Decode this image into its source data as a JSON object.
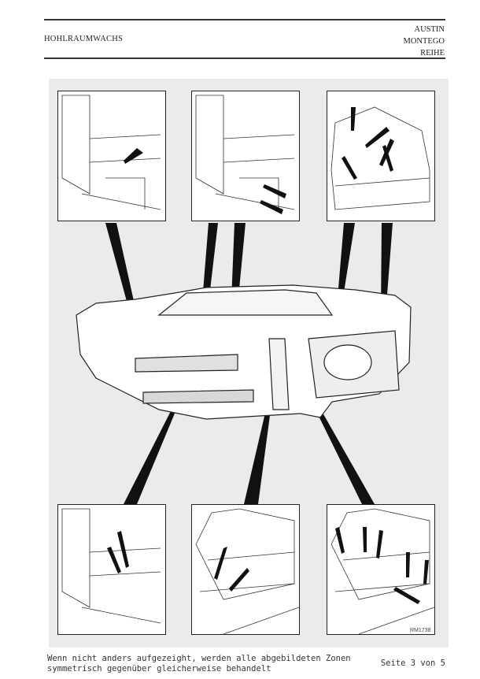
{
  "header": {
    "title": "HOHLRAUMWACHS",
    "vehicle": [
      "AUSTIN",
      "MONTEGO",
      "REIHE"
    ]
  },
  "figure": {
    "reference": "RM1738"
  },
  "footer": {
    "note_line1": "Wenn nicht anders aufgezeight, werden alle abgebildeten Zonen",
    "note_line2": "symmetrisch gegenüber gleicherweise behandelt",
    "page": "Seite 3 von 5"
  }
}
